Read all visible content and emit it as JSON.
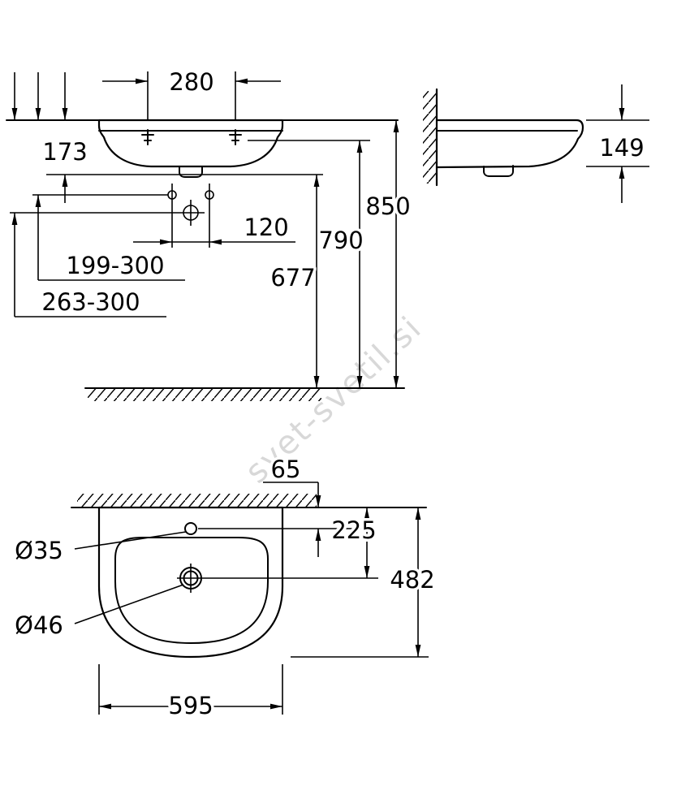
{
  "watermark": "svet-svetil.si",
  "front_view": {
    "tap_hole_spacing_outer": "280",
    "edge_height": "173",
    "fixing_hole_spacing": "120",
    "fixing_range": "199-300",
    "drain_range": "263-300",
    "trap_height": "677",
    "rim_height": "790",
    "top_height": "850"
  },
  "side_view": {
    "edge_height": "149"
  },
  "plan_view": {
    "tap_hole_wall_offset": "65",
    "drain_wall_offset": "225",
    "depth": "482",
    "width": "595",
    "tap_hole_diameter": "Ø35",
    "drain_diameter": "Ø46"
  }
}
